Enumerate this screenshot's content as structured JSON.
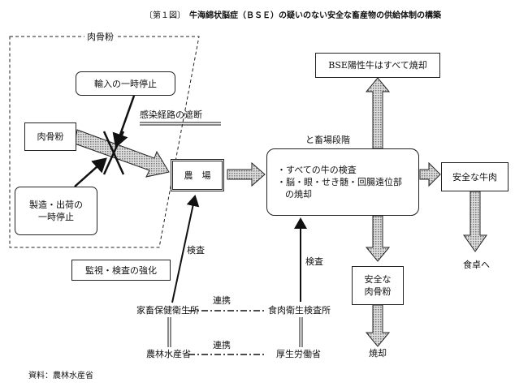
{
  "title": {
    "prefix": "〔第１図〕",
    "text": "牛海綿状脳症（ＢＳＥ）の疑いのない安全な畜産物の供給体制の構築"
  },
  "nodes": {
    "meat_bone_group": "肉骨粉",
    "import_stop": "輸入の一時停止",
    "meat_bone_meal": "肉骨粉",
    "manufacture_stop_1": "製造・出荷の",
    "manufacture_stop_2": "一時停止",
    "cut_route": "感染経路の遮断",
    "farm": "農　場",
    "slaughter_stage": "と畜場段階",
    "slaughter_item1": "・すべての牛の検査",
    "slaughter_item2": "・脳・眼・せき髄・回腸遠位部",
    "slaughter_item3": "の焼却",
    "bse_positive": "BSE陽性牛はすべて焼却",
    "safe_beef": "安全な牛肉",
    "to_table": "食卓へ",
    "safe_meal_1": "安全な",
    "safe_meal_2": "肉骨粉",
    "incinerate": "焼却",
    "inspection_left": "検査",
    "inspection_right": "検査",
    "monitoring": "監視・検査の強化",
    "livestock_health": "家畜保健衛生所",
    "meat_inspection": "食肉衛生検査所",
    "cooperation_1": "連携",
    "cooperation_2": "連携",
    "maff": "農林水産省",
    "mhlw": "厚生労働省"
  },
  "source": "資料：農林水産省"
}
